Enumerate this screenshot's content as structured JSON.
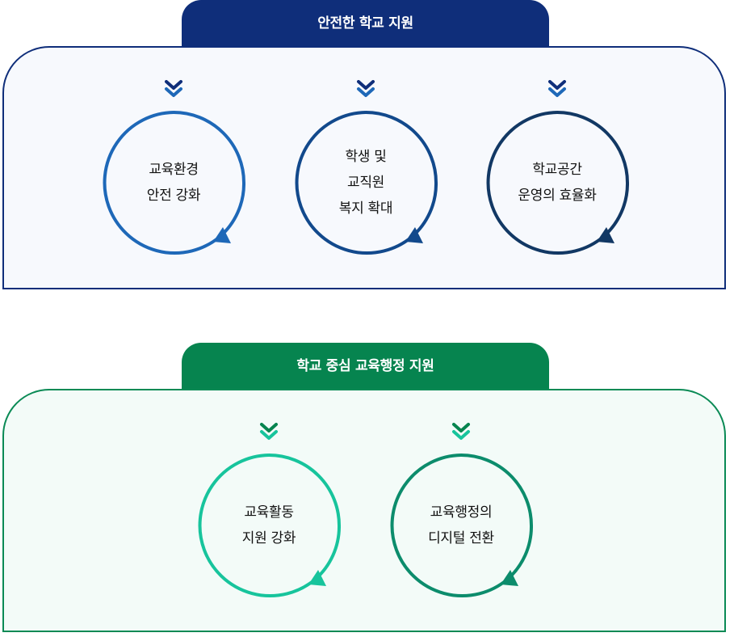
{
  "colors": {
    "navy_tab": "#0f2e7a",
    "navy_border": "#0f2e7a",
    "navy_bg": "#f7f9fd",
    "green_tab": "#06844f",
    "green_border": "#0a8a55",
    "green_bg": "#f3fbf8"
  },
  "sections": [
    {
      "title": "안전한 학교 지원",
      "items": [
        {
          "lines": [
            "교육환경",
            "안전 강화"
          ],
          "color": "#1e68b8",
          "chevron_icon": "double-chevron-down-icon"
        },
        {
          "lines": [
            "학생 및",
            "교직원",
            "복지 확대"
          ],
          "color": "#12498c",
          "chevron_icon": "double-chevron-down-icon"
        },
        {
          "lines": [
            "학교공간",
            "운영의 효율화"
          ],
          "color": "#123864",
          "chevron_icon": "double-chevron-down-icon"
        }
      ]
    },
    {
      "title": "학교 중심 교육행정 지원",
      "items": [
        {
          "lines": [
            "교육활동",
            "지원 강화"
          ],
          "color": "#17c49c",
          "chevron_icon": "double-chevron-down-icon"
        },
        {
          "lines": [
            "교육행정의",
            "디지털 전환"
          ],
          "color": "#0c8c6c",
          "chevron_icon": "double-chevron-down-icon"
        }
      ]
    }
  ]
}
